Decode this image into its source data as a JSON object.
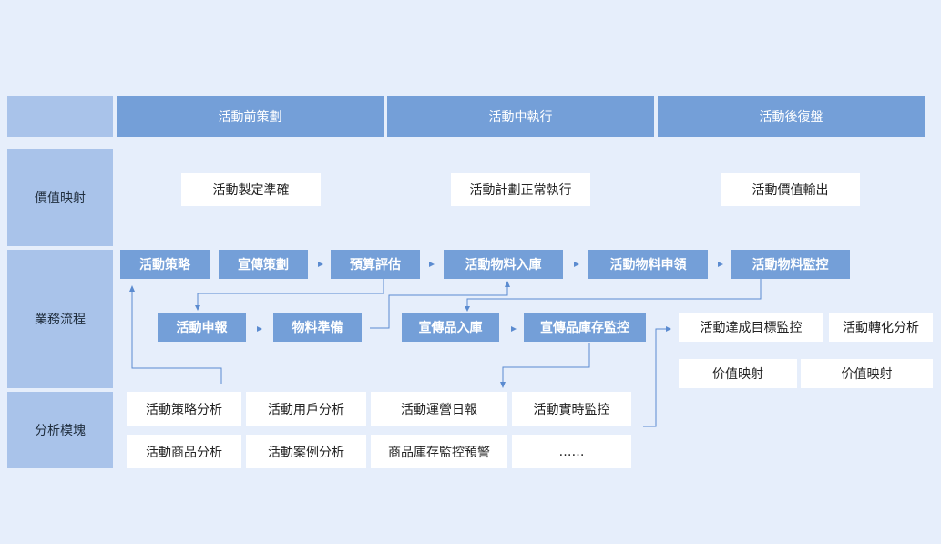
{
  "phases": [
    "活動前策劃",
    "活動中執行",
    "活動後復盤"
  ],
  "rows": {
    "value": "價值映射",
    "process": "業務流程",
    "analysis": "分析模塊"
  },
  "value_mapping": [
    "活動製定準確",
    "活動計劃正常執行",
    "活動價值輸出"
  ],
  "process_row1": [
    "活動策略",
    "宣傳策劃",
    "預算評估",
    "活動物料入庫",
    "活動物料申領",
    "活動物料監控"
  ],
  "process_row2": [
    "活動申報",
    "物料準備",
    "宣傳品入庫",
    "宣傳品庫存監控"
  ],
  "post_analysis": [
    "活動達成目標監控",
    "活動轉化分析"
  ],
  "post_value": [
    "价值映射",
    "价值映射"
  ],
  "analysis_modules": [
    "活動策略分析",
    "活動用戶分析",
    "活動運營日報",
    "活動實時監控",
    "活動商品分析",
    "活動案例分析",
    "商品庫存監控預警",
    "……"
  ],
  "colors": {
    "background": "#e6eefb",
    "header_blue": "#749fd8",
    "label_blue": "#a9c3ea",
    "box_white": "#ffffff",
    "connector": "#5b8bd0"
  }
}
